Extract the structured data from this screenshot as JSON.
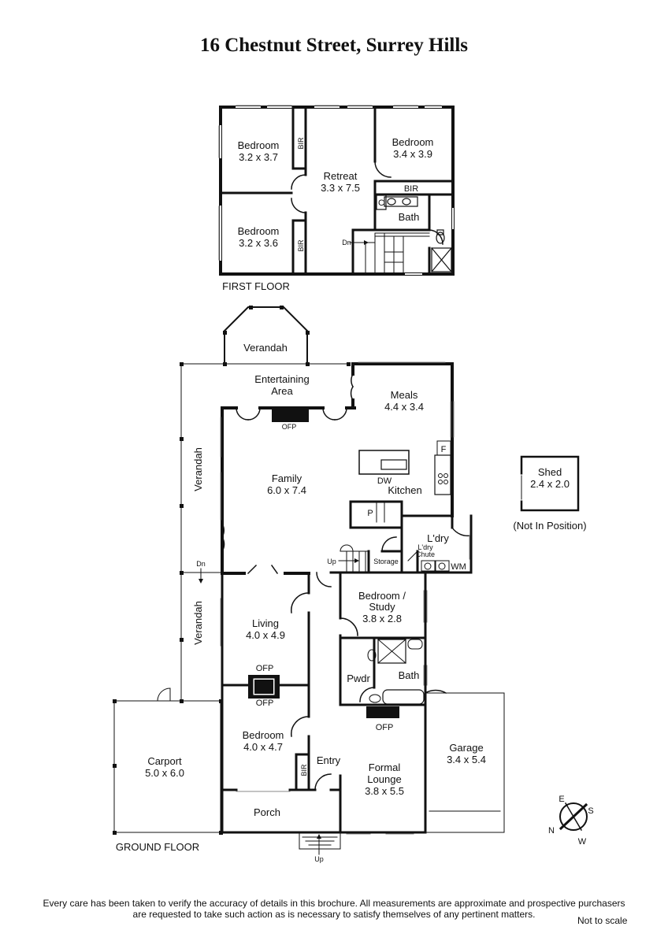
{
  "title": "16 Chestnut Street, Surrey Hills",
  "floors": {
    "first": "FIRST FLOOR",
    "ground": "GROUND FLOOR"
  },
  "rooms": {
    "ff_bed1": {
      "name": "Bedroom",
      "dims": "3.2 x 3.7"
    },
    "ff_bed2": {
      "name": "Bedroom",
      "dims": "3.2 x 3.6"
    },
    "ff_bed3": {
      "name": "Bedroom",
      "dims": "3.4 x 3.9"
    },
    "ff_retreat": {
      "name": "Retreat",
      "dims": "3.3 x 7.5"
    },
    "ff_bath": {
      "name": "Bath"
    },
    "verandah_top": {
      "name": "Verandah"
    },
    "entertaining": {
      "name": "Entertaining",
      "name2": "Area"
    },
    "meals": {
      "name": "Meals",
      "dims": "4.4 x 3.4"
    },
    "family": {
      "name": "Family",
      "dims": "6.0 x 7.4"
    },
    "kitchen": {
      "name": "Kitchen"
    },
    "laundry": {
      "name": "L'dry"
    },
    "bed_study": {
      "name": "Bedroom /",
      "name2": "Study",
      "dims": "3.8 x 2.8"
    },
    "living": {
      "name": "Living",
      "dims": "4.0 x 4.9"
    },
    "gf_bath": {
      "name": "Bath"
    },
    "powder": {
      "name": "Pwdr"
    },
    "gf_bed": {
      "name": "Bedroom",
      "dims": "4.0 x 4.7"
    },
    "entry": {
      "name": "Entry"
    },
    "formal": {
      "name": "Formal",
      "name2": "Lounge",
      "dims": "3.8 x 5.5"
    },
    "garage": {
      "name": "Garage",
      "dims": "3.4 x 5.4"
    },
    "carport": {
      "name": "Carport",
      "dims": "5.0 x 6.0"
    },
    "porch": {
      "name": "Porch"
    },
    "shed": {
      "name": "Shed",
      "dims": "2.4 x 2.0",
      "note": "(Not In Position)"
    },
    "verandah_left1": {
      "name": "Verandah"
    },
    "verandah_left2": {
      "name": "Verandah"
    }
  },
  "labels": {
    "bir": "BIR",
    "c": "C",
    "dn": "Dn",
    "up": "Up",
    "ofp": "OFP",
    "dw": "DW",
    "f": "F",
    "p": "P",
    "storage": "Storage",
    "chute1": "L'dry",
    "chute2": "Chute",
    "wm": "WM"
  },
  "compass": {
    "n": "N",
    "e": "E",
    "s": "S",
    "w": "W"
  },
  "disclaimer": {
    "line1": "Every care has been taken to verify the accuracy of details in this brochure.  All measurements are approximate and prospective purchasers",
    "line2": "are requested to take such action as is necessary to satisfy themselves of any pertinent matters."
  },
  "scale_note": "Not to scale"
}
